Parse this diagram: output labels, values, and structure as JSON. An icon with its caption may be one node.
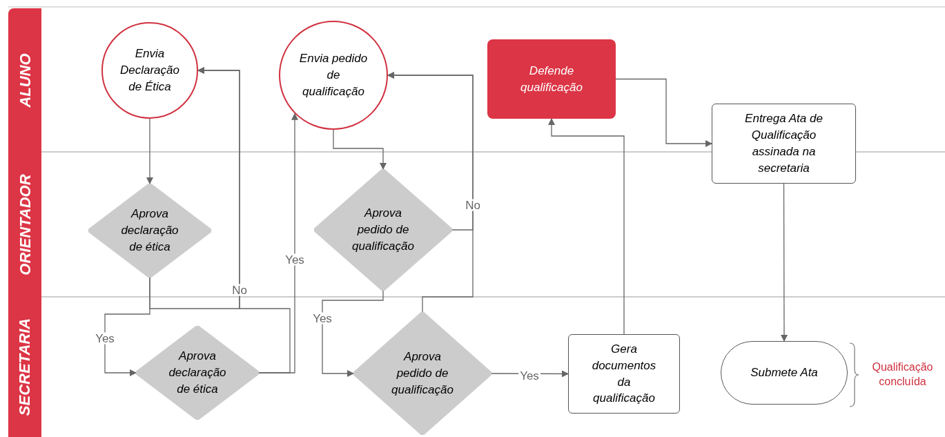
{
  "diagram": {
    "nodes": [
      {
        "text": [
          "ALUNO"
        ]
      },
      {
        "text": [
          "ORIENTADOR"
        ]
      },
      {
        "text": [
          "SECRETARIA"
        ]
      },
      {
        "text": [
          "Envia Declaração de Ética"
        ]
      },
      {
        "text": [
          "Aprova declaração de ética"
        ]
      },
      {
        "text": [
          "Aprova declaração de ética"
        ]
      },
      {
        "text": [
          "Envia pedido de qualificação"
        ]
      },
      {
        "text": [
          "Aprova pedido de qualificação"
        ]
      },
      {
        "text": [
          "Aprova pedido de qualificação"
        ]
      },
      {
        "text": [
          "Defende qualificação"
        ]
      },
      {
        "text": [
          "Gera documentos da qualificação"
        ]
      },
      {
        "text": [
          "Entrega Ata de Qualificação assinada na secretaria"
        ]
      },
      {
        "text": [
          "Submete Ata"
        ],
        "beside": [
          "Qualificação concluída"
        ]
      }
    ],
    "edges": [
      {
        "from": 3,
        "to": 4,
        "arrow": "to"
      },
      {
        "from": 4,
        "to": 5,
        "arrow": "to",
        "label": "Yes"
      },
      {
        "from": 4,
        "to": 3,
        "arrow": "to",
        "label": "No"
      },
      {
        "from": 5,
        "to": 3,
        "arrow": "to"
      },
      {
        "from": 5,
        "to": 6,
        "arrow": "to",
        "label": "Yes"
      },
      {
        "from": 6,
        "to": 7,
        "arrow": "to"
      },
      {
        "from": 7,
        "to": 8,
        "arrow": "to",
        "label": "Yes"
      },
      {
        "from": 7,
        "to": 6,
        "arrow": "to",
        "label": "No"
      },
      {
        "from": 8,
        "to": 6,
        "arrow": "to"
      },
      {
        "from": 8,
        "to": 10,
        "arrow": "to",
        "label": "Yes"
      },
      {
        "from": 10,
        "to": 9,
        "arrow": "to"
      },
      {
        "from": 9,
        "to": 11,
        "arrow": "to"
      },
      {
        "from": 11,
        "to": 12,
        "arrow": "to"
      }
    ]
  }
}
